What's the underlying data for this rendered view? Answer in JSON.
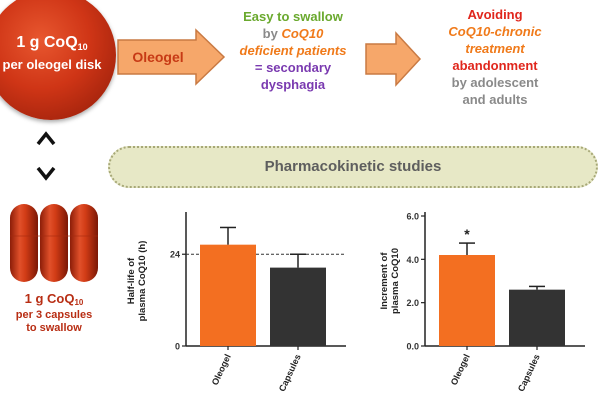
{
  "disk": {
    "line1": "1 g CoQ",
    "line1_sub": "10",
    "line2": "per oleogel disk"
  },
  "flow": {
    "arrow1_label": "Oleogel",
    "middle": {
      "line1": "Easy to swallow",
      "line2": "by",
      "line2_em": "CoQ10",
      "line3": "deficient patients",
      "line4": "= secondary",
      "line5": "dysphagia"
    },
    "right": {
      "line1": "Avoiding",
      "line2": "CoQ10-chronic",
      "line3": "treatment",
      "line4": "abandonment",
      "line5": "by adolescent",
      "line6": "and adults"
    }
  },
  "capsules": {
    "line1": "1 g CoQ",
    "line1_sub": "10",
    "line2": "per 3 capsules",
    "line3": "to swallow"
  },
  "pill_label": "Pharmacokinetic studies",
  "colors": {
    "oleogel": "#f36f21",
    "capsules": "#333333",
    "arrow_fill": "#f6a76a",
    "arrow_stroke": "#c97a43"
  },
  "chart_data": [
    {
      "type": "bar",
      "categories": [
        "Oleogel",
        "Capsules"
      ],
      "values": [
        26.5,
        20.5
      ],
      "errors": [
        4.5,
        3.5
      ],
      "ylabel": "Half-life of plasma CoQ10 (h)",
      "yticks": [
        "0",
        "24"
      ],
      "ylim": [
        0,
        34
      ],
      "reference_line": 24,
      "annotations": [],
      "grid": false
    },
    {
      "type": "bar",
      "categories": [
        "Oleogel",
        "Capsules"
      ],
      "values": [
        4.2,
        2.6
      ],
      "errors": [
        0.55,
        0.15
      ],
      "ylabel": "Increment of plasma CoQ10",
      "yticks": [
        "0.0",
        "2.0",
        "4.0",
        "6.0"
      ],
      "ylim": [
        0,
        6
      ],
      "annotations": [
        "*"
      ],
      "grid": false
    }
  ]
}
